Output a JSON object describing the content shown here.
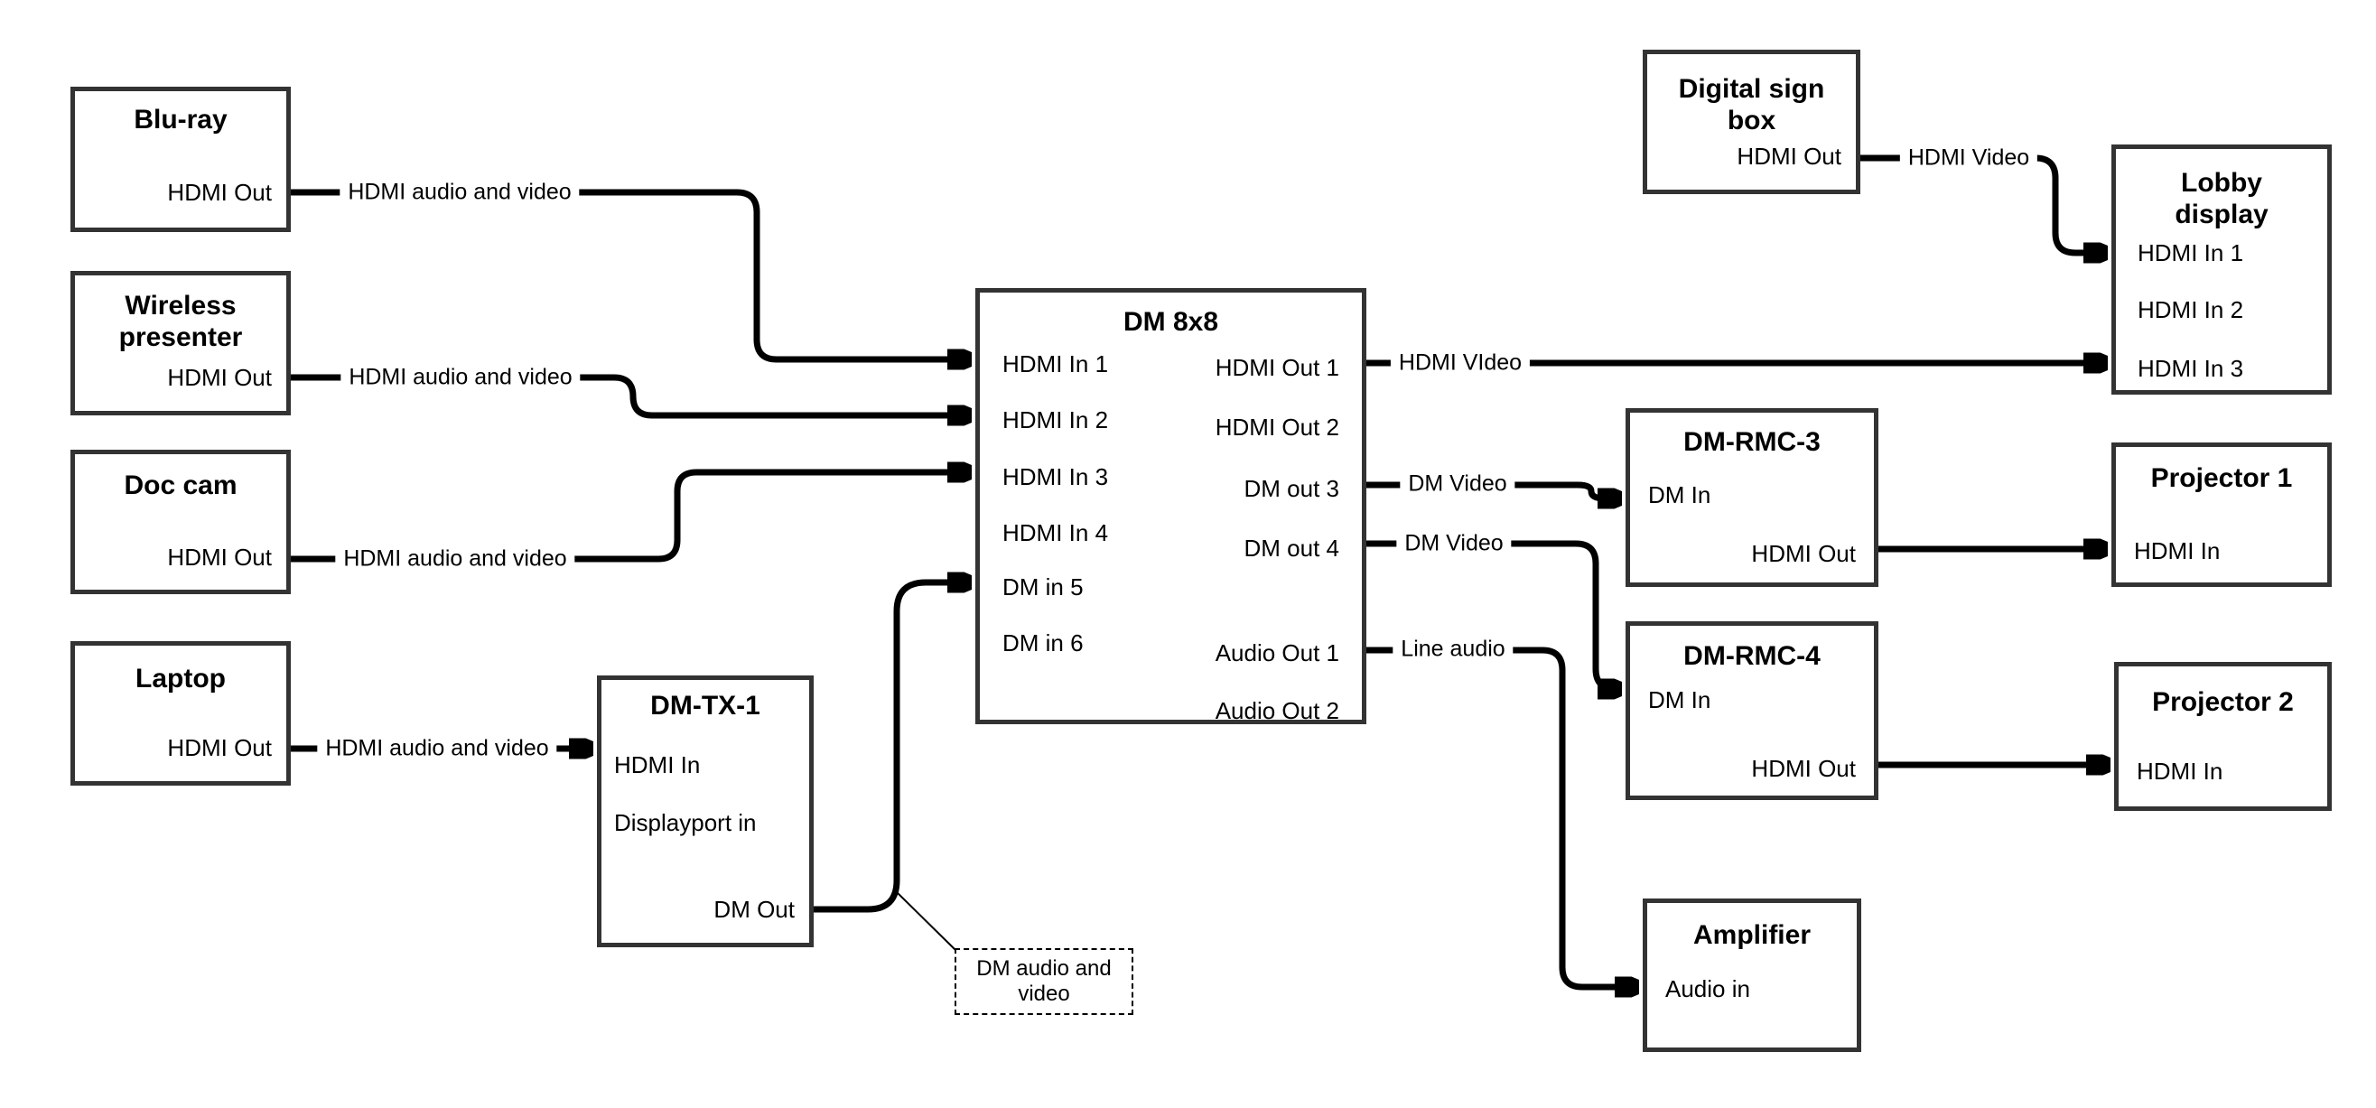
{
  "diagram": {
    "colors": {
      "line": "#000000",
      "box_border": "#333333",
      "background": "#ffffff"
    },
    "nodes": {
      "bluray": {
        "title": "Blu-ray",
        "ports": [
          {
            "label": "HDMI Out"
          }
        ]
      },
      "wireless": {
        "title": "Wireless presenter",
        "ports": [
          {
            "label": "HDMI Out"
          }
        ]
      },
      "doccam": {
        "title": "Doc cam",
        "ports": [
          {
            "label": "HDMI Out"
          }
        ]
      },
      "laptop": {
        "title": "Laptop",
        "ports": [
          {
            "label": "HDMI Out"
          }
        ]
      },
      "dmtx1": {
        "title": "DM-TX-1",
        "ports": [
          {
            "label": "HDMI In"
          },
          {
            "label": "Displayport in"
          },
          {
            "label": "DM Out"
          }
        ]
      },
      "dm8x8": {
        "title": "DM 8x8",
        "ports": [
          {
            "label": "HDMI In 1"
          },
          {
            "label": "HDMI In 2"
          },
          {
            "label": "HDMI In 3"
          },
          {
            "label": "HDMI In 4"
          },
          {
            "label": "DM in 5"
          },
          {
            "label": "DM in 6"
          },
          {
            "label": "HDMI Out 1"
          },
          {
            "label": "HDMI Out 2"
          },
          {
            "label": "DM out 3"
          },
          {
            "label": "DM out 4"
          },
          {
            "label": "Audio Out 1"
          },
          {
            "label": "Audio Out 2"
          }
        ]
      },
      "digitalsign": {
        "title": "Digital sign box",
        "ports": [
          {
            "label": "HDMI Out"
          }
        ]
      },
      "lobby": {
        "title": "Lobby display",
        "ports": [
          {
            "label": "HDMI In 1"
          },
          {
            "label": "HDMI In 2"
          },
          {
            "label": "HDMI In 3"
          }
        ]
      },
      "dmrmc3": {
        "title": "DM-RMC-3",
        "ports": [
          {
            "label": "DM In"
          },
          {
            "label": "HDMI Out"
          }
        ]
      },
      "proj1": {
        "title": "Projector 1",
        "ports": [
          {
            "label": "HDMI In"
          }
        ]
      },
      "dmrmc4": {
        "title": "DM-RMC-4",
        "ports": [
          {
            "label": "DM In"
          },
          {
            "label": "HDMI Out"
          }
        ]
      },
      "proj2": {
        "title": "Projector 2",
        "ports": [
          {
            "label": "HDMI In"
          }
        ]
      },
      "amplifier": {
        "title": "Amplifier",
        "ports": [
          {
            "label": "Audio in"
          }
        ]
      }
    },
    "edges": [
      {
        "from": "Blu-ray HDMI Out",
        "to": "DM 8x8 HDMI In 1",
        "label": "HDMI audio and video"
      },
      {
        "from": "Wireless presenter HDMI Out",
        "to": "DM 8x8 HDMI In 2",
        "label": "HDMI audio and video"
      },
      {
        "from": "Doc cam HDMI Out",
        "to": "DM 8x8 HDMI In 3",
        "label": "HDMI audio and video"
      },
      {
        "from": "Laptop HDMI Out",
        "to": "DM-TX-1 HDMI In",
        "label": "HDMI audio and video"
      },
      {
        "from": "DM-TX-1 DM Out",
        "to": "DM 8x8 DM in 5",
        "label": ""
      },
      {
        "from": "DM 8x8 HDMI Out 1",
        "to": "Lobby display HDMI In 3",
        "label": "HDMI VIdeo"
      },
      {
        "from": "DM 8x8 DM out 3",
        "to": "DM-RMC-3 DM In",
        "label": "DM Video"
      },
      {
        "from": "DM 8x8 DM out 4",
        "to": "DM-RMC-4 DM In",
        "label": "DM Video"
      },
      {
        "from": "DM 8x8 Audio Out 1",
        "to": "Amplifier Audio in",
        "label": "Line audio"
      },
      {
        "from": "DM-RMC-3 HDMI Out",
        "to": "Projector 1 HDMI In",
        "label": ""
      },
      {
        "from": "DM-RMC-4 HDMI Out",
        "to": "Projector 2 HDMI In",
        "label": ""
      },
      {
        "from": "Digital sign box HDMI Out",
        "to": "Lobby display HDMI In 1",
        "label": "HDMI Video"
      }
    ],
    "callout": {
      "text": "DM audio and video"
    }
  }
}
